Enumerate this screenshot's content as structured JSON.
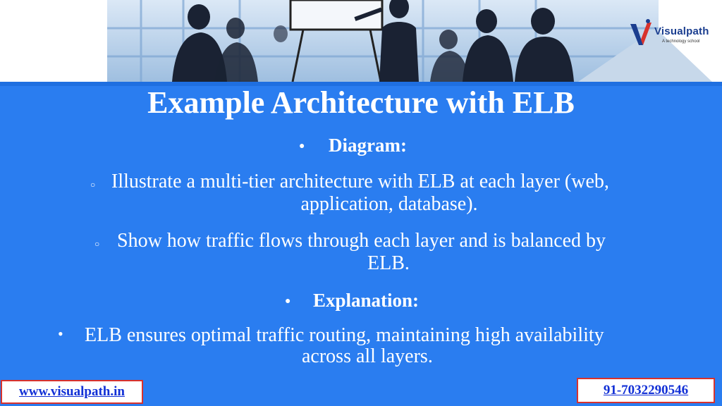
{
  "brand": {
    "name": "Visualpath",
    "tagline": "A technology school",
    "colors": {
      "primary": "#1a3d8f",
      "accent": "#2a7df0"
    }
  },
  "slide": {
    "title": "Example Architecture with ELB",
    "sections": [
      {
        "heading": "Diagram:",
        "items": [
          "Illustrate a multi-tier architecture with ELB at each layer (web,",
          "application, database).",
          "Show how traffic flows through each layer and is balanced by",
          "ELB."
        ]
      },
      {
        "heading": "Explanation:",
        "items": [
          "ELB ensures optimal traffic routing, maintaining high availability",
          "across all layers."
        ]
      }
    ]
  },
  "footer": {
    "website": "www.visualpath.in",
    "phone": "91-7032290546"
  }
}
